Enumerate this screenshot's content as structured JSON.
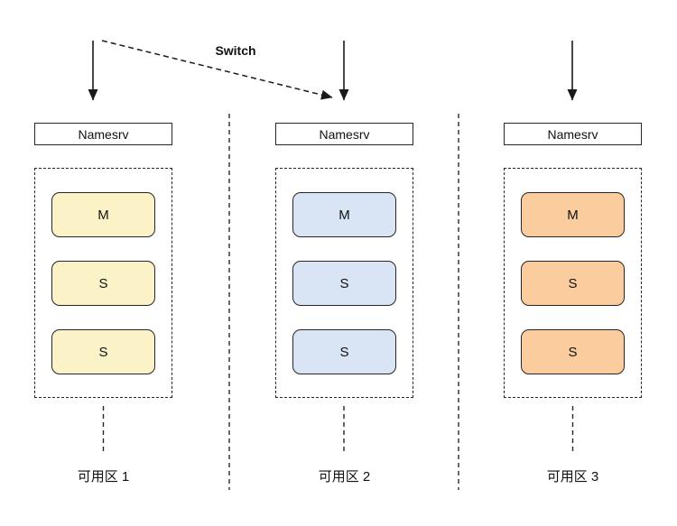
{
  "diagram": {
    "title": "availability-zone-namesrv-topology",
    "switch_label": "Switch",
    "zones": [
      {
        "name": "zone-1",
        "namesrv_label": "Namesrv",
        "nodes": [
          "M",
          "S",
          "S"
        ],
        "node_fill": "#FCF2C7",
        "label": "可用区 1"
      },
      {
        "name": "zone-2",
        "namesrv_label": "Namesrv",
        "nodes": [
          "M",
          "S",
          "S"
        ],
        "node_fill": "#D9E5F5",
        "label": "可用区 2"
      },
      {
        "name": "zone-3",
        "namesrv_label": "Namesrv",
        "nodes": [
          "M",
          "S",
          "S"
        ],
        "node_fill": "#FBCD9E",
        "label": "可用区 3"
      }
    ],
    "colors": {
      "node_border": "#262626",
      "arrow": "#1a1a1a",
      "separator": "#444444",
      "background": "#ffffff"
    }
  }
}
